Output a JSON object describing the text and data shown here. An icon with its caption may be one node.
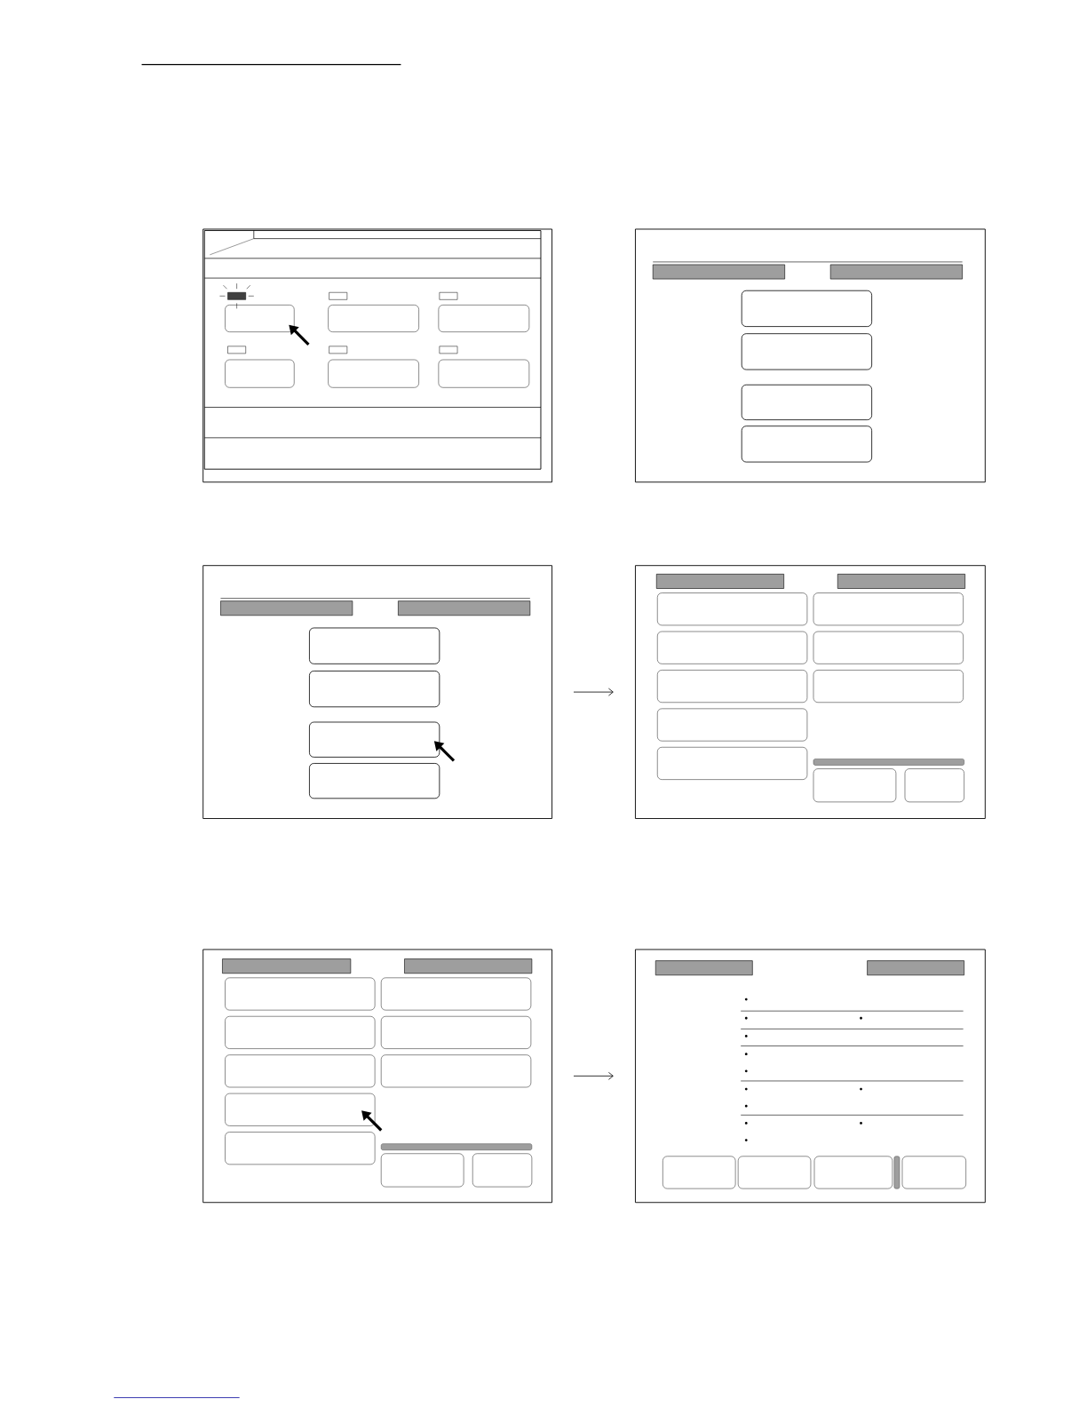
{
  "diagram": {
    "nodes": [
      {
        "text": [],
        "shape": "box"
      },
      {
        "text": [],
        "shape": "box"
      },
      {
        "text": [],
        "shape": "box"
      },
      {
        "text": [],
        "shape": "box"
      },
      {
        "text": [],
        "shape": "box"
      },
      {
        "text": [],
        "shape": "box"
      }
    ],
    "edges": [
      {
        "from": 2,
        "to": 3,
        "arrow": "to"
      },
      {
        "from": 4,
        "to": 5,
        "arrow": "to"
      }
    ]
  }
}
